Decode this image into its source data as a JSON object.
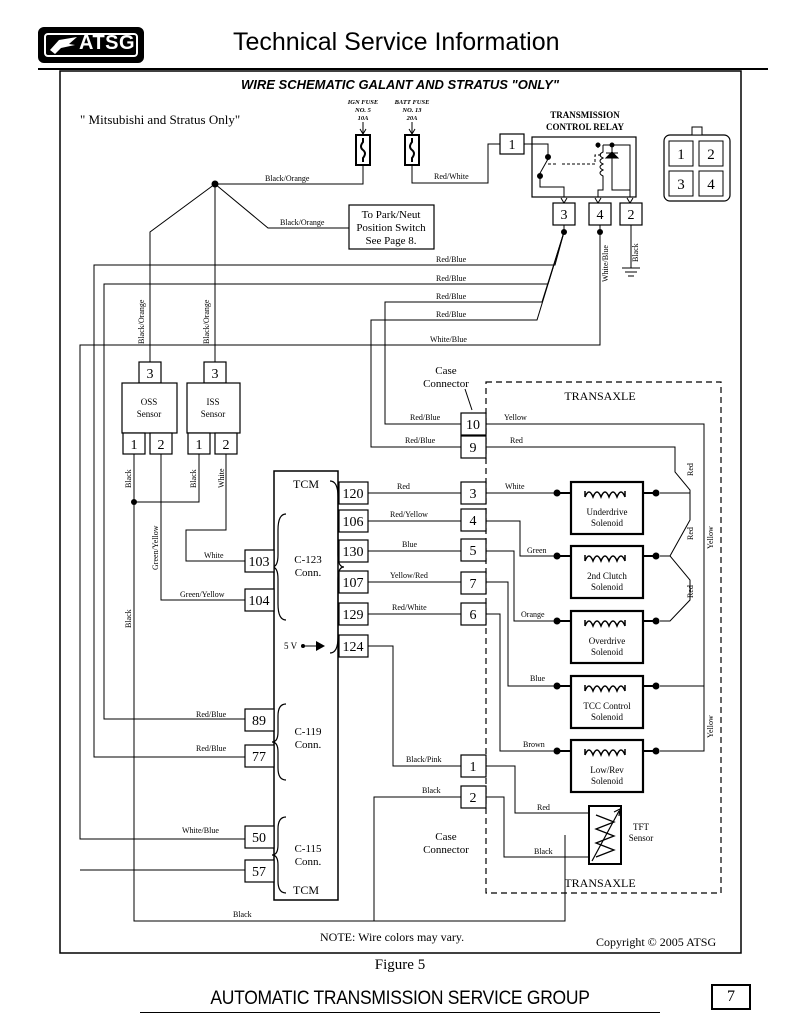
{
  "header": {
    "logo_text": "ATSG",
    "title": "Technical Service Information"
  },
  "diagram": {
    "title": "WIRE SCHEMATIC GALANT AND STRATUS \"ONLY\"",
    "note_models": "\" Mitsubishi and Stratus Only\"",
    "ign_fuse": [
      "IGN FUSE",
      "NO. 5",
      "10A"
    ],
    "batt_fuse": [
      "BATT FUSE",
      "NO. 13",
      "20A"
    ],
    "relay_title": [
      "TRANSMISSION",
      "CONTROL RELAY"
    ],
    "relay_pins": [
      "1",
      "3",
      "4",
      "2"
    ],
    "connector_view": [
      "1",
      "2",
      "3",
      "4"
    ],
    "park_neutral": [
      "To Park/Neut",
      "Position Switch",
      "See Page 8."
    ],
    "sensors": {
      "oss": {
        "name": [
          "OSS",
          "Sensor"
        ],
        "pin_top": "3",
        "pins": [
          "1",
          "2"
        ]
      },
      "iss": {
        "name": [
          "ISS",
          "Sensor"
        ],
        "pin_top": "3",
        "pins": [
          "1",
          "2"
        ]
      }
    },
    "tcm": {
      "label_top": "TCM",
      "label_bottom": "TCM",
      "c123": [
        "C-123",
        "Conn."
      ],
      "c119": [
        "C-119",
        "Conn."
      ],
      "c115": [
        "C-115",
        "Conn."
      ],
      "left_pins": [
        "103",
        "104",
        "89",
        "77",
        "50",
        "57"
      ],
      "right_pins": [
        "120",
        "106",
        "130",
        "107",
        "129",
        "124"
      ],
      "five_v": "5 V"
    },
    "case_connector": {
      "label": [
        "Case",
        "Connector"
      ],
      "pins": [
        "10",
        "9",
        "3",
        "4",
        "5",
        "7",
        "6",
        "1",
        "2"
      ]
    },
    "transaxle_label": "TRANSAXLE",
    "solenoids": [
      [
        "Underdrive",
        "Solenoid"
      ],
      [
        "2nd Clutch",
        "Solenoid"
      ],
      [
        "Overdrive",
        "Solenoid"
      ],
      [
        "TCC Control",
        "Solenoid"
      ],
      [
        "Low/Rev",
        "Solenoid"
      ]
    ],
    "tft": [
      "TFT",
      "Sensor"
    ],
    "wires": {
      "black_orange": "Black/Orange",
      "red_white": "Red/White",
      "red_blue": "Red/Blue",
      "white_blue": "White/Blue",
      "black": "Black",
      "white": "White",
      "green_yellow": "Green/Yellow",
      "red": "Red",
      "yellow": "Yellow",
      "red_yellow": "Red/Yellow",
      "blue": "Blue",
      "yellow_red": "Yellow/Red",
      "green": "Green",
      "orange": "Orange",
      "brown": "Brown",
      "black_pink": "Black/Pink"
    },
    "note_colors": "NOTE: Wire colors may vary.",
    "copyright": "Copyright © 2005 ATSG"
  },
  "footer": {
    "figure": "Figure 5",
    "org": "AUTOMATIC TRANSMISSION SERVICE GROUP",
    "page": "7"
  }
}
